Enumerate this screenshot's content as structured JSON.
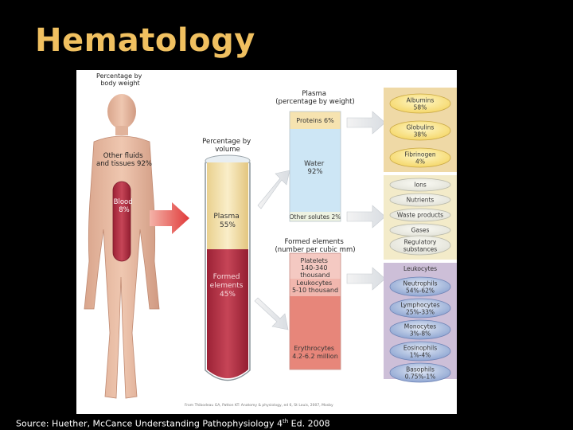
{
  "slide": {
    "title": "Hematology",
    "source_text": "Source: Huether, McCance Understanding Pathophysiology 4",
    "source_sup": "th",
    "source_tail": " Ed. 2008"
  },
  "figure": {
    "body_weight_heading": [
      "Percentage by",
      "body weight"
    ],
    "other_fluids": [
      "Other fluids",
      "and tissues 92%"
    ],
    "blood": [
      "Blood",
      "8%"
    ],
    "volume_heading": [
      "Percentage by",
      "volume"
    ],
    "tube_plasma": [
      "Plasma",
      "55%"
    ],
    "tube_formed": [
      "Formed",
      "elements",
      "45%"
    ],
    "plasma_heading": [
      "Plasma",
      "(percentage by weight)"
    ],
    "proteins": "Proteins 6%",
    "water": [
      "Water",
      "92%"
    ],
    "other_solutes": "Other solutes 2%",
    "formed_heading": [
      "Formed elements",
      "(number per cubic mm)"
    ],
    "platelets": [
      "Platelets",
      "140-340",
      "thousand"
    ],
    "leukocytes_count": [
      "Leukocytes",
      "5-10 thousand"
    ],
    "erythrocytes": [
      "Erythrocytes",
      "4.2-6.2 million"
    ],
    "proteins_list": [
      [
        "Albumins",
        "58%"
      ],
      [
        "Globulins",
        "38%"
      ],
      [
        "Fibrinogen",
        "4%"
      ]
    ],
    "solutes_list": [
      [
        "Ions"
      ],
      [
        "Nutrients"
      ],
      [
        "Waste products"
      ],
      [
        "Gases"
      ],
      [
        "Regulatory",
        "substances"
      ]
    ],
    "leukocytes_heading": "Leukocytes",
    "leukocyte_list": [
      [
        "Neutrophils",
        "54%-62%"
      ],
      [
        "Lymphocytes",
        "25%-33%"
      ],
      [
        "Monocytes",
        "3%-8%"
      ],
      [
        "Eosinophils",
        "1%-4%"
      ],
      [
        "Basophils",
        "0.75%-1%"
      ]
    ],
    "credit": "From Thibodeau GA, Patton KT: Anatomy & physiology, ed 6, St Louis, 2007, Mosby"
  },
  "colors": {
    "title": "#f0c060",
    "plasma_yellow": "#f6e3b0",
    "blood_red": "#b83347",
    "water_blue": "#cde6f5",
    "erythrocyte_red": "#e7867a",
    "panel_tan": "#efd9a6",
    "panel_cream": "#f3ebc9",
    "panel_lavender": "#cdbfd8"
  }
}
